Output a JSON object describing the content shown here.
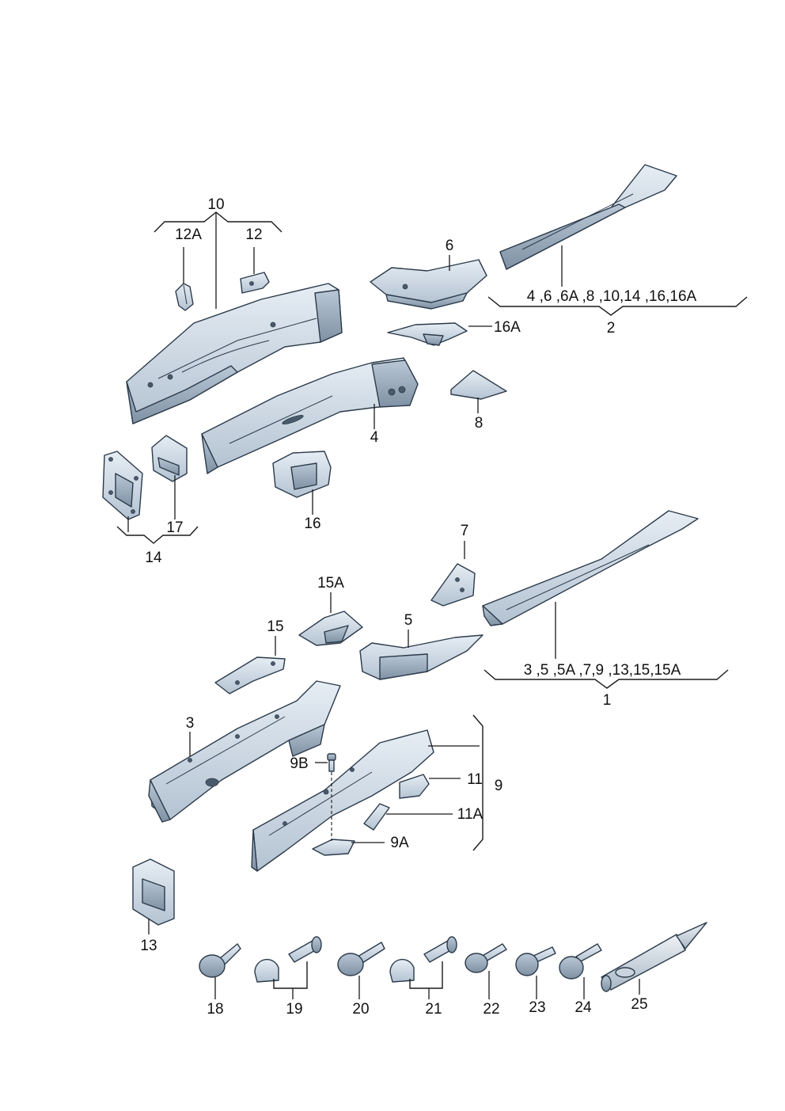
{
  "labels": {
    "l10": "10",
    "l12A": "12A",
    "l12": "12",
    "l6": "6",
    "l2group": "4 ,6 ,6A ,8 ,10,14 ,16,16A",
    "l2": "2",
    "l16A": "16A",
    "l4": "4",
    "l8": "8",
    "l17": "17",
    "l16": "16",
    "l14": "14",
    "l7": "7",
    "l15A": "15A",
    "l15": "15",
    "l5": "5",
    "l1group": "3 ,5 ,5A ,7,9 ,13,15,15A",
    "l1": "1",
    "l3": "3",
    "l9B": "9B",
    "l11": "11",
    "l9": "9",
    "l11A": "11A",
    "l9A": "9A",
    "l13": "13",
    "l18": "18",
    "l19": "19",
    "l20": "20",
    "l21": "21",
    "l22": "22",
    "l23": "23",
    "l24": "24",
    "l25": "25"
  },
  "colors": {
    "part_fill_light": "#d8e2ec",
    "part_fill_mid": "#b8c6d4",
    "part_fill_dark": "#8c9cad",
    "line": "#1a1a1a"
  }
}
